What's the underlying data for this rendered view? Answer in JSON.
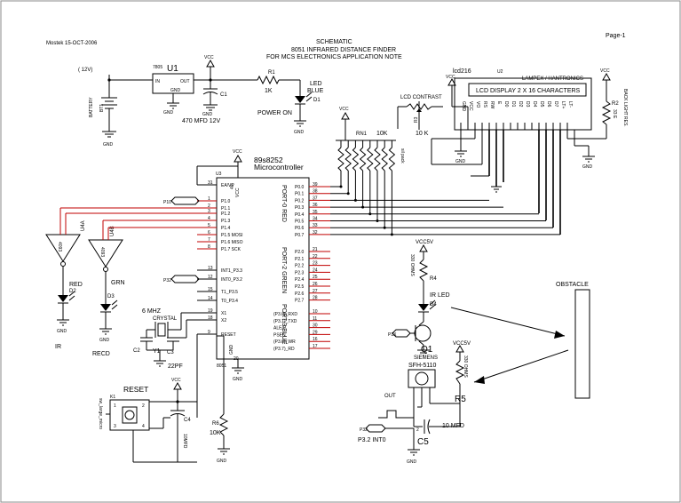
{
  "header": {
    "author_date": "Mostek 15-OCT-2006",
    "title_1": "SCHEMATIC",
    "title_2": "8051 INFRARED DISTANCE FINDER",
    "title_3": "FOR MCS ELECTRONICS APPLICATION NOTE",
    "page": "Page-1"
  },
  "power": {
    "battery_voltage": "( 12V)",
    "battery_ref": "BT1",
    "battery_label": "BATTERY",
    "reg_part": "7805",
    "reg_ref": "U1",
    "reg_in": "IN",
    "reg_out": "OUT",
    "reg_gnd": "GND",
    "cap_ref": "C1",
    "cap_value": "470 MFD 12V",
    "res_ref": "R1",
    "res_value": "1K",
    "led_label_1": "LED",
    "led_label_2": "BLUE",
    "led_ref": "D1",
    "power_on": "POWER ON",
    "vcc": "VCC",
    "gnd": "GND"
  },
  "mcu": {
    "ref": "U3",
    "part": "89s8252",
    "name": "Microcontroller",
    "family": "8051",
    "pins_left": [
      {
        "num": "31",
        "name": "EA/VP"
      },
      {
        "num": "1",
        "name": "P1.0"
      },
      {
        "num": "2",
        "name": "P1.1"
      },
      {
        "num": "3",
        "name": "P1.2"
      },
      {
        "num": "4",
        "name": "P1.3"
      },
      {
        "num": "5",
        "name": "P1.4"
      },
      {
        "num": "6",
        "name": "P1.5  MOSI"
      },
      {
        "num": "7",
        "name": "P1.6  MISO"
      },
      {
        "num": "8",
        "name": "P1.7  SCK"
      },
      {
        "num": "13",
        "name": "INT1_P3.3"
      },
      {
        "num": "12",
        "name": "INT0_P3.2"
      },
      {
        "num": "15",
        "name": "T1_P3.5"
      },
      {
        "num": "14",
        "name": "T0_P3.4"
      },
      {
        "num": "19",
        "name": "X1"
      },
      {
        "num": "18",
        "name": "X2"
      },
      {
        "num": "9",
        "name": "RESET"
      }
    ],
    "pins_p0": [
      {
        "num": "39",
        "name": "P0.0"
      },
      {
        "num": "38",
        "name": "P0.1"
      },
      {
        "num": "37",
        "name": "P0.2"
      },
      {
        "num": "36",
        "name": "P0.3"
      },
      {
        "num": "35",
        "name": "P0.4"
      },
      {
        "num": "34",
        "name": "P0.5"
      },
      {
        "num": "33",
        "name": "P0.6"
      },
      {
        "num": "32",
        "name": "P0.7"
      }
    ],
    "pins_p2": [
      {
        "num": "21",
        "name": "P2.0"
      },
      {
        "num": "22",
        "name": "P2.1"
      },
      {
        "num": "23",
        "name": "P2.2"
      },
      {
        "num": "24",
        "name": "P2.3"
      },
      {
        "num": "25",
        "name": "P2.4"
      },
      {
        "num": "26",
        "name": "P2.5"
      },
      {
        "num": "27",
        "name": "P2.6"
      },
      {
        "num": "28",
        "name": "P2.7"
      }
    ],
    "pins_p3": [
      {
        "num": "10",
        "name": "(P3.0)_RXD"
      },
      {
        "num": "11",
        "name": "(P3.1)_TXD"
      },
      {
        "num": "30",
        "name": "ALE/P"
      },
      {
        "num": "29",
        "name": "PSEN"
      },
      {
        "num": "16",
        "name": "(P3.6)_WR"
      },
      {
        "num": "17",
        "name": "(P3.7)_RD"
      }
    ],
    "vcc_pin": "40",
    "vcc_name": "VCC",
    "gnd_pin": "20",
    "gnd_name": "GND",
    "port0_label": "PORT-0 RED",
    "port2_label": "PORT-2 GREEN",
    "port3_label": "PORT-3 BLUE",
    "p10_tag": "P10",
    "p32_tag": "P32"
  },
  "rnet": {
    "ref": "RN1",
    "value": "10K",
    "note": "sil pack"
  },
  "lcd": {
    "ref": "lcd216",
    "u_ref": "U2",
    "maker": "LAMPEX / HANTRONICS",
    "display_text": "LCD DISPLAY 2 X 16 CHARACTERS",
    "pins": [
      "GND",
      "VCC",
      "VO",
      "RS",
      "RW",
      "E",
      "D0",
      "D1",
      "D2",
      "D3",
      "D4",
      "D5",
      "D6",
      "D7",
      "LT+",
      "LT-"
    ],
    "contrast_label": "LCD CONTRAST",
    "pot_ref": "R3",
    "pot_value": "10 K",
    "backlight_ref": "R2",
    "backlight_value": "33 E",
    "backlight_label": "BACK LIGHT RES."
  },
  "ir_section": {
    "comp_a_ref": "U4A",
    "comp_a_part": "4093",
    "comp_b_ref": "U4B",
    "comp_b_part": "4093",
    "led_red_label": "RED",
    "led_red_ref": "D2",
    "led_ir_label": "IR",
    "led_grn_label": "GRN",
    "led_grn_ref": "D3",
    "led_recd_label": "RECD"
  },
  "crystal": {
    "freq": "6 MHZ",
    "label": "CRYSTAL",
    "ref": "Y1",
    "cap_c2": "C2",
    "cap_c3": "C3",
    "cap_value": "22PF"
  },
  "reset": {
    "title": "RESET",
    "switch_ref": "K1",
    "switch_note": "sw_large_micro",
    "cap_ref": "C4",
    "cap_value": "10MFD",
    "res_ref": "R6",
    "res_value": "10K",
    "pins": [
      "1",
      "2",
      "3",
      "4"
    ]
  },
  "ir_tx": {
    "vcc": "VCC5V",
    "res_ref": "R4",
    "res_value": "330 OHMS",
    "led_label": "IR LED",
    "led_ref": "D4",
    "tag": "P1X"
  },
  "receiver": {
    "q_ref": "Q1",
    "maker": "SIEMENS",
    "part": "SFH-5110",
    "out_label": "OUT",
    "vcc": "VCC5V",
    "res_ref": "R5",
    "res_value": "330 OHMS",
    "cap_ref": "C5",
    "cap_value": "10 MFD",
    "tag": "P32",
    "int_label": "P3.2 INT0"
  },
  "obstacle": {
    "label": "OBSTACLE"
  }
}
